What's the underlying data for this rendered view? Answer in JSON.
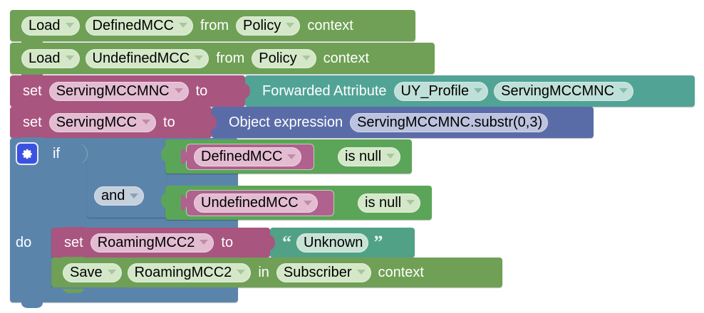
{
  "workspace": {
    "name": "blockly-workspace",
    "background": "#ffffff"
  },
  "palette": {
    "green_statement": "#6fa055",
    "green_field": "#d4e8c9",
    "pink_statement": "#a8557f",
    "pink_field": "#e3bcd2",
    "teal_value": "#51a396",
    "teal_field": "#bfe0d8",
    "blue_expression": "#5a6ca8",
    "blue_expression_field": "#bcc3de",
    "blue_control": "#5b84ab",
    "logic_field": "#c5d0dd",
    "string_value": "#51a186",
    "string_field": "#c8e3d4",
    "variable_block": "#b0618d",
    "isnull_block": "#5ba558",
    "gear_icon_bg": "#3b52e0"
  },
  "blocks": {
    "load_defined": {
      "name": "load-defined-mcc",
      "verb": "Load",
      "variable": "DefinedMCC",
      "preposition": "from",
      "scope": "Policy",
      "suffix": "context"
    },
    "load_undefined": {
      "name": "load-undefined-mcc",
      "verb": "Load",
      "variable": "UndefinedMCC",
      "preposition": "from",
      "scope": "Policy",
      "suffix": "context"
    },
    "set_servingmccmnc": {
      "name": "set-servingmccmnc",
      "verb": "set",
      "variable": "ServingMCCMNC",
      "connector": "to",
      "value": {
        "name": "forwarded-attribute",
        "label": "Forwarded Attribute",
        "profile": "UY_Profile",
        "attribute": "ServingMCCMNC"
      }
    },
    "set_servingmcc": {
      "name": "set-servingmcc",
      "verb": "set",
      "variable": "ServingMCC",
      "connector": "to",
      "value": {
        "name": "object-expression",
        "label": "Object expression",
        "expression": "ServingMCCMNC.substr(0,3)"
      }
    },
    "if_block": {
      "name": "controls-if",
      "gear_icon": "gear-icon",
      "if_label": "if",
      "do_label": "do",
      "operator": "and",
      "conditions": [
        {
          "variable": "DefinedMCC",
          "test": "is null"
        },
        {
          "variable": "UndefinedMCC",
          "test": "is null"
        }
      ],
      "body": {
        "set_roaming": {
          "name": "set-roamingmcc2",
          "verb": "set",
          "variable": "RoamingMCC2",
          "connector": "to",
          "string_value": "Unknown",
          "quote_open": "“",
          "quote_close": "”"
        },
        "save_roaming": {
          "name": "save-roamingmcc2",
          "verb": "Save",
          "variable": "RoamingMCC2",
          "preposition": "in",
          "scope": "Subscriber",
          "suffix": "context"
        }
      }
    }
  }
}
